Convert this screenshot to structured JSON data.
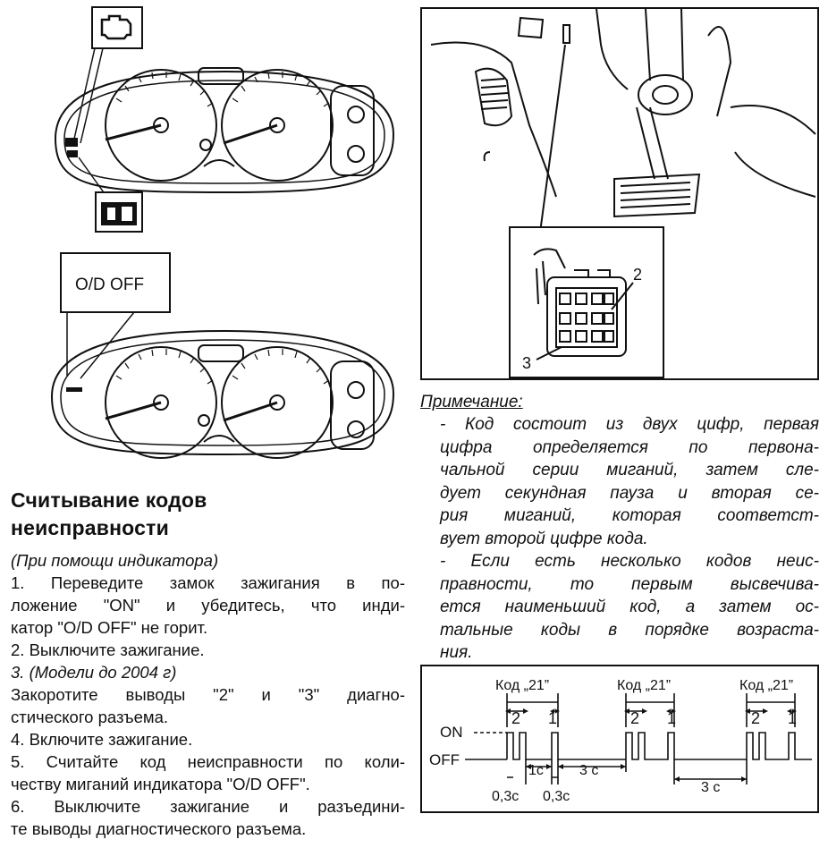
{
  "dashboard": {
    "od_off_label": "O/D OFF"
  },
  "connector": {
    "pin_label_2": "2",
    "pin_label_3": "3"
  },
  "section": {
    "title_line1": "Считывание кодов",
    "title_line2": "неисправности",
    "subtitle": "(При помощи индикатора)"
  },
  "steps": [
    {
      "lines": [
        "1. Переведите замок зажигания в по-",
        "ложение \"ON\" и убедитесь, что инди-",
        "катор \"O/D OFF\" не горит."
      ]
    },
    {
      "lines": [
        "2. Выключите зажигание."
      ]
    },
    {
      "lines": [
        "3. (Модели до 2004 г)",
        "Закоротите выводы \"2\" и \"3\" диагно-",
        "стического разъема."
      ]
    },
    {
      "lines": [
        "4. Включите зажигание."
      ]
    },
    {
      "lines": [
        "5. Считайте код неисправности по коли-",
        "честву миганий индикатора \"O/D OFF\"."
      ]
    },
    {
      "lines": [
        "6. Выключите зажигание и разъедини-",
        "те выводы диагностического разъема."
      ]
    }
  ],
  "note": {
    "heading": "Примечание:",
    "lines": [
      "- Код состоит из двух цифр, первая",
      "цифра определяется по первона-",
      "чальной серии миганий, затем сле-",
      "дует секундная пауза и вторая се-",
      "рия миганий, которая соответст-",
      "вует второй цифре кода.",
      "- Если есть несколько кодов неис-",
      "правности, то первым высвечива-",
      "ется наименьший код, а затем ос-",
      "тальные коды в порядке возраста-",
      "ния."
    ]
  },
  "timing": {
    "code_labels": [
      "Код „21”",
      "Код „21”",
      "Код „21”"
    ],
    "on_label": "ON",
    "off_label": "OFF",
    "digit_first": "2",
    "digit_second": "1",
    "pause_short": "1с",
    "pause_long_1": "3 с",
    "pause_long_2": "3 с",
    "blink_1": "0,3с",
    "blink_2": "0,3с"
  }
}
